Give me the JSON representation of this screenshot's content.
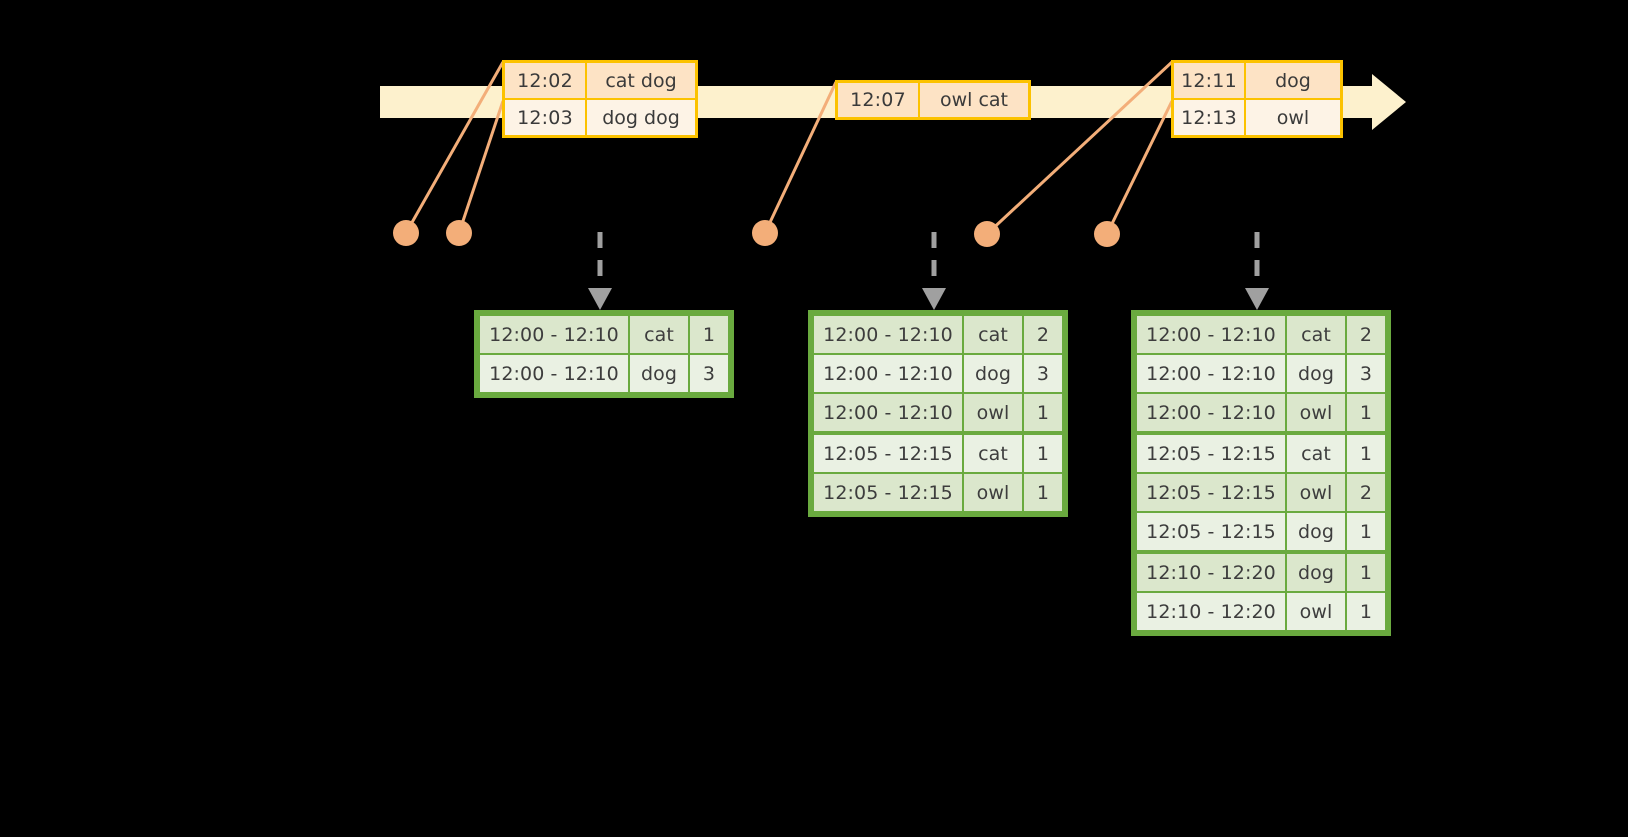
{
  "diagram": {
    "title_hidden": "",
    "colors": {
      "timeline_fill": "#fdf1cd",
      "event_border": "#fcc200",
      "event_fill_dark": "#fde3c5",
      "event_fill_light": "#fdf3e6",
      "dot": "#f3ae79",
      "leader_line": "#f3ae79",
      "table_border": "#6aaa3f",
      "table_fill_dark": "#dbe7cc",
      "table_fill_light": "#eaf1e3",
      "dash_arrow": "#a0a0a0",
      "background": "#000000",
      "text": "#3a3a3a"
    }
  },
  "timeline": {
    "arrow_icon": "right-arrow-icon",
    "events": [
      {
        "group": 1,
        "rows": [
          {
            "time": "12:02",
            "value": "cat dog"
          },
          {
            "time": "12:03",
            "value": "dog dog"
          }
        ]
      },
      {
        "group": 2,
        "rows": [
          {
            "time": "12:07",
            "value": "owl cat"
          }
        ]
      },
      {
        "group": 3,
        "rows": [
          {
            "time": "12:11",
            "value": "dog"
          },
          {
            "time": "12:13",
            "value": "owl"
          }
        ]
      }
    ],
    "dots": [
      {
        "label": "event-dot-12-02"
      },
      {
        "label": "event-dot-12-03"
      },
      {
        "label": "event-dot-12-07"
      },
      {
        "label": "event-dot-12-11"
      },
      {
        "label": "event-dot-12-13"
      }
    ]
  },
  "results": [
    {
      "id": "result-table-1",
      "rows": [
        {
          "window": "12:00 - 12:10",
          "key": "cat",
          "count": "1"
        },
        {
          "window": "12:00 - 12:10",
          "key": "dog",
          "count": "3"
        }
      ]
    },
    {
      "id": "result-table-2",
      "rows": [
        {
          "window": "12:00 - 12:10",
          "key": "cat",
          "count": "2"
        },
        {
          "window": "12:00 - 12:10",
          "key": "dog",
          "count": "3"
        },
        {
          "window": "12:00 - 12:10",
          "key": "owl",
          "count": "1"
        },
        {
          "window": "12:05 - 12:15",
          "key": "cat",
          "count": "1"
        },
        {
          "window": "12:05 - 12:15",
          "key": "owl",
          "count": "1"
        }
      ]
    },
    {
      "id": "result-table-3",
      "rows": [
        {
          "window": "12:00 - 12:10",
          "key": "cat",
          "count": "2"
        },
        {
          "window": "12:00 - 12:10",
          "key": "dog",
          "count": "3"
        },
        {
          "window": "12:00 - 12:10",
          "key": "owl",
          "count": "1"
        },
        {
          "window": "12:05 - 12:15",
          "key": "cat",
          "count": "1"
        },
        {
          "window": "12:05 - 12:15",
          "key": "owl",
          "count": "2"
        },
        {
          "window": "12:05 - 12:15",
          "key": "dog",
          "count": "1"
        },
        {
          "window": "12:10 - 12:20",
          "key": "dog",
          "count": "1"
        },
        {
          "window": "12:10 - 12:20",
          "key": "owl",
          "count": "1"
        }
      ]
    }
  ]
}
